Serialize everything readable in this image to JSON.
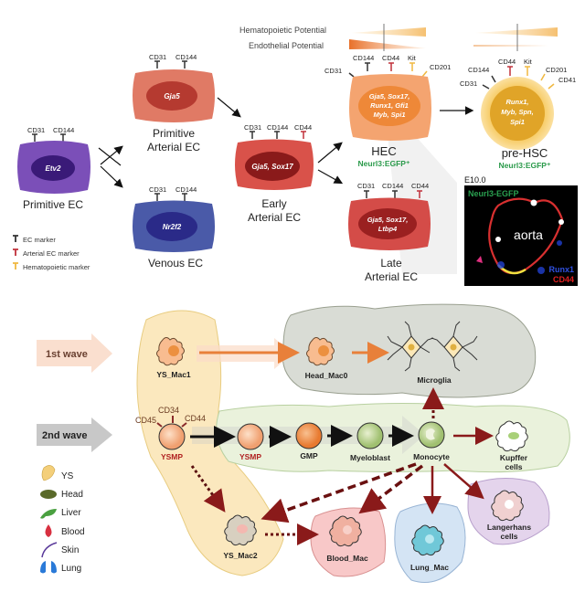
{
  "top_panel": {
    "potential": {
      "hematopoietic_label": "Hematopoietic Potential",
      "endothelial_label": "Endothelial Potential"
    },
    "cells": {
      "primitive_ec": {
        "label": "Primitive EC",
        "genes": "Etv2",
        "markers": [
          "CD31",
          "CD144"
        ],
        "color": "#7b4fb8"
      },
      "primitive_arterial_ec": {
        "label_line1": "Primitive",
        "label_line2": "Arterial EC",
        "genes": "Gja5",
        "markers": [
          "CD31",
          "CD144"
        ],
        "color": "#e07a65"
      },
      "venous_ec": {
        "label": "Venous EC",
        "genes": "Nr2f2",
        "markers": [
          "CD31",
          "CD144"
        ],
        "color": "#4a5aa8"
      },
      "early_arterial_ec": {
        "label_line1": "Early",
        "label_line2": "Arterial EC",
        "genes": "Gja5, Sox17",
        "markers": [
          "CD31",
          "CD144",
          "CD44"
        ],
        "color": "#d9524a"
      },
      "hec": {
        "label": "HEC",
        "reporter": "Neurl3:EGFP⁺",
        "genes_line1": "Gja5, Sox17,",
        "genes_line2": "Runx1, Gfi1",
        "genes_line3": "Myb, Spi1",
        "markers": [
          "CD31",
          "CD144",
          "CD44",
          "Kit",
          "CD201"
        ],
        "color": "#f4a470"
      },
      "late_arterial_ec": {
        "label_line1": "Late",
        "label_line2": "Arterial EC",
        "genes_line1": "Gja5, Sox17,",
        "genes_line2": "Ltbp4",
        "markers": [
          "CD31",
          "CD144",
          "CD44"
        ],
        "color": "#d44c48"
      },
      "pre_hsc": {
        "label": "pre-HSC",
        "reporter": "Neurl3:EGFP⁺",
        "genes_line1": "Runx1,",
        "genes_line2": "Myb, Spn,",
        "genes_line3": "Spi1",
        "markers": [
          "CD31",
          "CD144",
          "CD44",
          "Kit",
          "CD201",
          "CD41"
        ],
        "color": "#f2c14e"
      }
    },
    "legend": [
      {
        "label": "EC marker",
        "color": "#333333"
      },
      {
        "label": "Arterial EC marker",
        "color": "#c0303a"
      },
      {
        "label": "Hematopoietic marker",
        "color": "#f0b840"
      }
    ],
    "micrograph": {
      "stage": "E10.0",
      "channel_green": "Neurl3-EGFP",
      "center_label": "aorta",
      "channel_blue": "Runx1",
      "channel_red": "CD44"
    }
  },
  "bottom_panel": {
    "waves": {
      "first": "1st wave",
      "second": "2nd wave"
    },
    "cells": {
      "ys_mac1": "YS_Mac1",
      "head_mac0": "Head_Mac0",
      "microglia": "Microglia",
      "ysmp1": "YSMP",
      "ysmp2": "YSMP",
      "gmp": "GMP",
      "myeloblast": "Myeloblast",
      "monocyte": "Monocyte",
      "kupffer_line1": "Kupffer",
      "kupffer_line2": "cells",
      "ys_mac2": "YS_Mac2",
      "blood_mac": "Blood_Mac",
      "lung_mac": "Lung_Mac",
      "langerhans_line1": "Langerhans",
      "langerhans_line2": "cells"
    },
    "ysmp_markers": [
      "CD45",
      "CD34",
      "CD44"
    ],
    "legend": [
      {
        "label": "YS",
        "color": "#f4cf7a"
      },
      {
        "label": "Head",
        "color": "#5a6a2a"
      },
      {
        "label": "Liver",
        "color": "#4aa040"
      },
      {
        "label": "Blood",
        "color": "#d83040"
      },
      {
        "label": "Skin",
        "color": "#5a3a9a"
      },
      {
        "label": "Lung",
        "color": "#2a7ad8"
      }
    ]
  }
}
